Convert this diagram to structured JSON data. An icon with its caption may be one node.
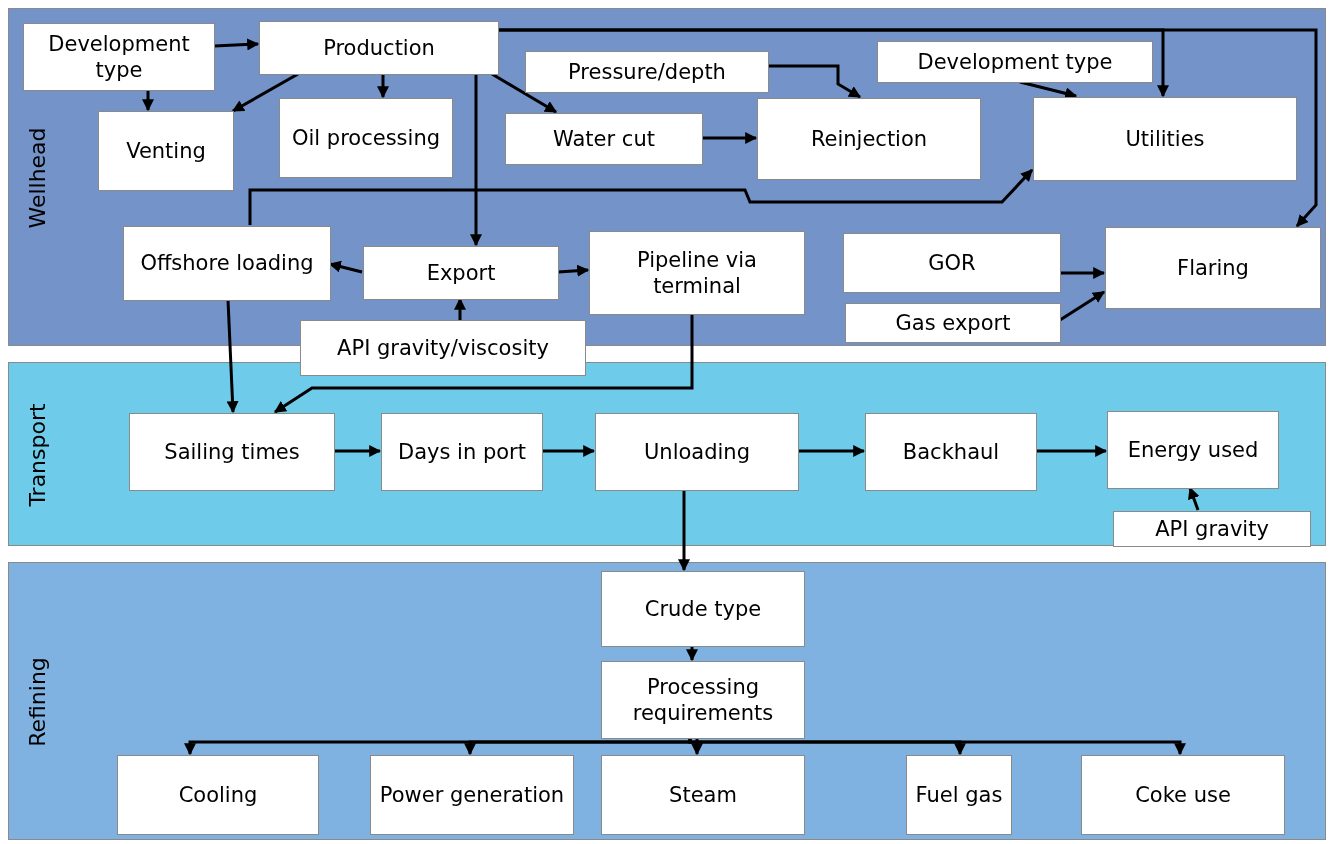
{
  "diagram": {
    "nodes": [
      {
        "text": [
          "Wellhead"
        ]
      },
      {
        "text": [
          "Development type"
        ],
        "in": 0
      },
      {
        "text": [
          "Production"
        ],
        "in": 0
      },
      {
        "text": [
          "Venting"
        ],
        "in": 0
      },
      {
        "text": [
          "Oil processing"
        ],
        "in": 0
      },
      {
        "text": [
          "Pressure/depth"
        ],
        "in": 0
      },
      {
        "text": [
          "Water cut"
        ],
        "in": 0
      },
      {
        "text": [
          "Reinjection"
        ],
        "in": 0
      },
      {
        "text": [
          "Development type"
        ],
        "in": 0
      },
      {
        "text": [
          "Utilities"
        ],
        "in": 0
      },
      {
        "text": [
          "Offshore loading"
        ],
        "in": 0
      },
      {
        "text": [
          "Export"
        ],
        "in": 0
      },
      {
        "text": [
          "Pipeline via terminal"
        ],
        "in": 0
      },
      {
        "text": [
          "GOR"
        ],
        "in": 0
      },
      {
        "text": [
          "Flaring"
        ],
        "in": 0
      },
      {
        "text": [
          "API gravity/viscosity"
        ]
      },
      {
        "text": [
          "Gas export"
        ],
        "in": 0
      },
      {
        "text": [
          "Transport"
        ]
      },
      {
        "text": [
          "Sailing times"
        ],
        "in": 17
      },
      {
        "text": [
          "Days in port"
        ],
        "in": 17
      },
      {
        "text": [
          "Unloading"
        ],
        "in": 17
      },
      {
        "text": [
          "Backhaul"
        ],
        "in": 17
      },
      {
        "text": [
          "Energy used"
        ],
        "in": 17
      },
      {
        "text": [
          "API gravity"
        ],
        "in": 17
      },
      {
        "text": [
          "Refining"
        ]
      },
      {
        "text": [
          "Crude type"
        ],
        "in": 24
      },
      {
        "text": [
          "Processing requirements"
        ],
        "in": 24
      },
      {
        "text": [
          "Cooling"
        ],
        "in": 24
      },
      {
        "text": [
          "Power generation"
        ],
        "in": 24
      },
      {
        "text": [
          "Steam"
        ],
        "in": 24
      },
      {
        "text": [
          "Fuel gas"
        ],
        "in": 24
      },
      {
        "text": [
          "Coke use"
        ],
        "in": 24
      }
    ],
    "edges": [
      {
        "from": 1,
        "to": 2,
        "arrow": "to"
      },
      {
        "from": 1,
        "to": 3,
        "arrow": "to"
      },
      {
        "from": 2,
        "to": 3,
        "arrow": "to"
      },
      {
        "from": 2,
        "to": 4,
        "arrow": "to"
      },
      {
        "from": 2,
        "to": 6,
        "arrow": "to"
      },
      {
        "from": 2,
        "to": 11,
        "arrow": "to"
      },
      {
        "from": 2,
        "to": 9,
        "arrow": "to"
      },
      {
        "from": 2,
        "to": 14,
        "arrow": "to"
      },
      {
        "from": 5,
        "to": 7,
        "arrow": "to"
      },
      {
        "from": 6,
        "to": 7,
        "arrow": "to"
      },
      {
        "from": 8,
        "to": 9,
        "arrow": "to"
      },
      {
        "from": 10,
        "to": 9,
        "arrow": "to"
      },
      {
        "from": 11,
        "to": 10,
        "arrow": "to"
      },
      {
        "from": 11,
        "to": 12,
        "arrow": "to"
      },
      {
        "from": 15,
        "to": 11,
        "arrow": "to"
      },
      {
        "from": 13,
        "to": 14,
        "arrow": "to"
      },
      {
        "from": 16,
        "to": 14,
        "arrow": "to"
      },
      {
        "from": 10,
        "to": 18,
        "arrow": "to"
      },
      {
        "from": 12,
        "to": 18,
        "arrow": "to"
      },
      {
        "from": 18,
        "to": 19,
        "arrow": "to"
      },
      {
        "from": 19,
        "to": 20,
        "arrow": "to"
      },
      {
        "from": 20,
        "to": 21,
        "arrow": "to"
      },
      {
        "from": 21,
        "to": 22,
        "arrow": "to"
      },
      {
        "from": 23,
        "to": 22,
        "arrow": "to"
      },
      {
        "from": 20,
        "to": 25,
        "arrow": "to"
      },
      {
        "from": 25,
        "to": 26,
        "arrow": "to"
      },
      {
        "from": 26,
        "to": 27,
        "arrow": "to"
      },
      {
        "from": 26,
        "to": 28,
        "arrow": "to"
      },
      {
        "from": 26,
        "to": 29,
        "arrow": "to"
      },
      {
        "from": 26,
        "to": 30,
        "arrow": "to"
      },
      {
        "from": 26,
        "to": 31,
        "arrow": "to"
      }
    ]
  }
}
